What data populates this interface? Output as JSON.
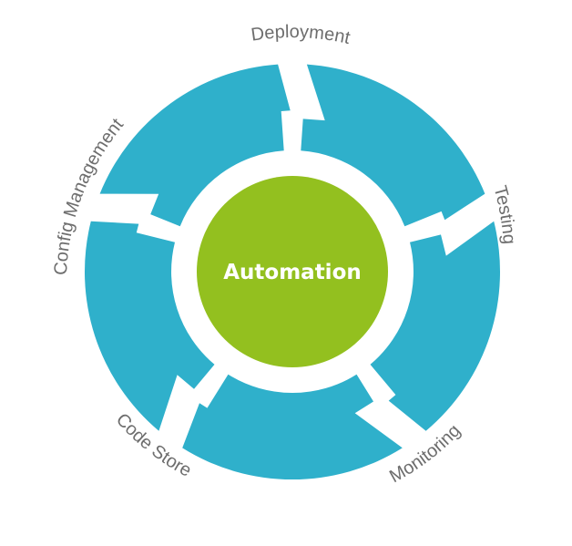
{
  "center": {
    "label": "Automation",
    "color": "#93c01f"
  },
  "ring": {
    "color": "#2fb0cb"
  },
  "stages": [
    {
      "name": "deployment",
      "label": "Deployment"
    },
    {
      "name": "testing",
      "label": "Testing"
    },
    {
      "name": "monitoring",
      "label": "Monitoring"
    },
    {
      "name": "code-store",
      "label": "Code Store"
    },
    {
      "name": "config-management",
      "label": "Config Management"
    }
  ],
  "label_color": "#6d6d6d"
}
